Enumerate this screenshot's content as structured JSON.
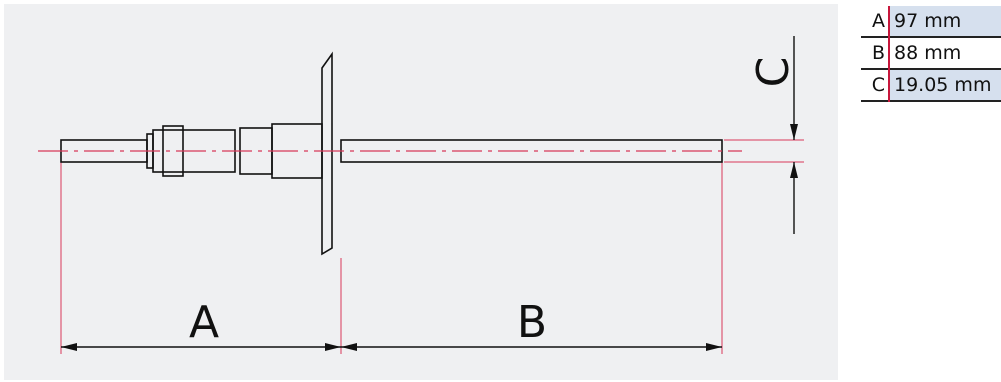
{
  "diagram": {
    "dimension_labels": {
      "a": "A",
      "b": "B",
      "c": "C"
    }
  },
  "dimension_table": [
    {
      "key": "A",
      "value": "97 mm"
    },
    {
      "key": "B",
      "value": "88 mm"
    },
    {
      "key": "C",
      "value": "19.05 mm"
    }
  ],
  "colors": {
    "panel_background": "#eff0f2",
    "outline": "#111111",
    "center_and_extension_lines": "#d8385a",
    "table_key_divider": "#c8173c",
    "table_highlight": "#d6e0ee"
  }
}
